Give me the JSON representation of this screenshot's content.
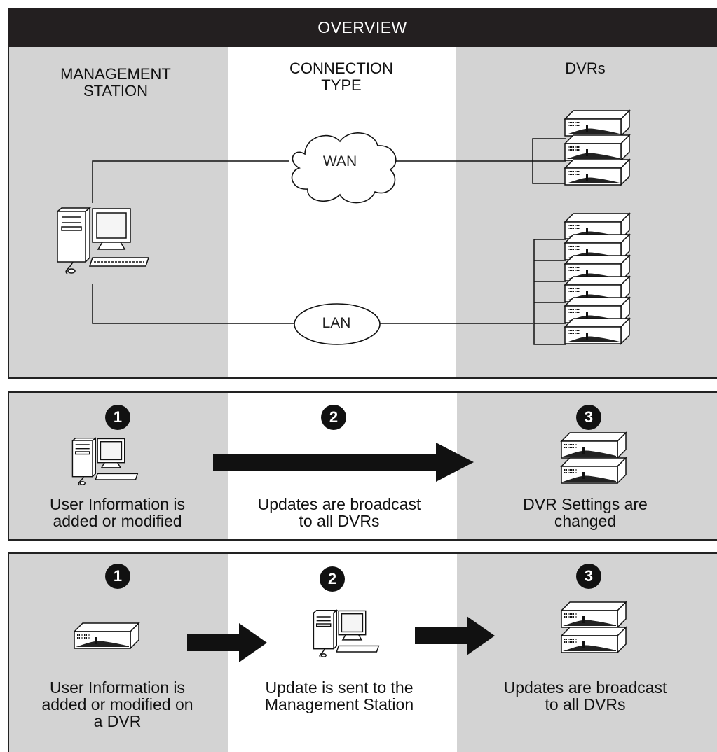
{
  "overview": {
    "title": "OVERVIEW",
    "columns": [
      "MANAGEMENT\nSTATION",
      "CONNECTION\nTYPE",
      "DVRs"
    ],
    "wan_label": "WAN",
    "lan_label": "LAN"
  },
  "flow1": {
    "steps": [
      {
        "number": "1",
        "caption": "User Information is\nadded or modified"
      },
      {
        "number": "2",
        "caption": "Updates are broadcast\nto all DVRs"
      },
      {
        "number": "3",
        "caption": "DVR Settings are\nchanged"
      }
    ]
  },
  "flow2": {
    "steps": [
      {
        "number": "1",
        "caption": "User Information is\nadded or modified on\na DVR"
      },
      {
        "number": "2",
        "caption": "Update is sent to the\nManagement Station"
      },
      {
        "number": "3",
        "caption": "Updates are broadcast\nto all DVRs"
      }
    ]
  },
  "colors": {
    "dark_header": "#231f20",
    "shade": "#d3d3d3"
  }
}
